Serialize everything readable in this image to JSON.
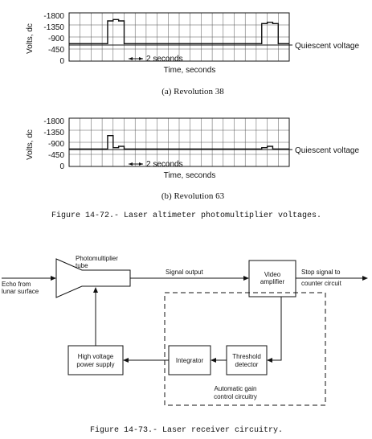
{
  "chart_data": [
    {
      "type": "line",
      "ylabel": "Volts, dc",
      "xlabel": "Time, seconds",
      "yticks": [
        "-1800",
        "-1350",
        "-900",
        "-450",
        "0"
      ],
      "quiescent_label": "Quiescent voltage",
      "quiescent_value": -650,
      "timescale_label": "2 seconds",
      "caption": "(a) Revolution 38",
      "series": [
        {
          "x": [
            0,
            0.5,
            1,
            1.5,
            2,
            2.5,
            3,
            3.5,
            4,
            4.5,
            5,
            5.5,
            6,
            6.5,
            7,
            7.5,
            8,
            8.5,
            9,
            9.5,
            10,
            10.5,
            11,
            11.5,
            12,
            12.5,
            13,
            13.5,
            14,
            14.5,
            15,
            15.5,
            16,
            16.5,
            17,
            17.5,
            18,
            18.5,
            19,
            19.5,
            20
          ],
          "y": [
            -650,
            -650,
            -650,
            -650,
            -650,
            -650,
            -650,
            -1500,
            -1550,
            -1500,
            -650,
            -650,
            -650,
            -650,
            -650,
            -650,
            -650,
            -650,
            -650,
            -650,
            -650,
            -650,
            -650,
            -650,
            -650,
            -650,
            -650,
            -650,
            -650,
            -650,
            -650,
            -650,
            -650,
            -650,
            -650,
            -1400,
            -1450,
            -1400,
            -650,
            -650,
            -650
          ]
        }
      ]
    },
    {
      "type": "line",
      "ylabel": "Volts, dc",
      "xlabel": "Time, seconds",
      "yticks": [
        "-1800",
        "-1350",
        "-900",
        "-450",
        "0"
      ],
      "quiescent_label": "Quiescent voltage",
      "quiescent_value": -650,
      "timescale_label": "2 seconds",
      "caption": "(b) Revolution 63",
      "series": [
        {
          "x": [
            0,
            0.5,
            1,
            1.5,
            2,
            2.5,
            3,
            3.5,
            4,
            4.5,
            5,
            5.5,
            6,
            6.5,
            7,
            7.5,
            8,
            8.5,
            9,
            9.5,
            10,
            10.5,
            11,
            11.5,
            12,
            12.5,
            13,
            13.5,
            14,
            14.5,
            15,
            15.5,
            16,
            16.5,
            17,
            17.5,
            18,
            18.5,
            19,
            19.5,
            20
          ],
          "y": [
            -650,
            -650,
            -650,
            -650,
            -650,
            -650,
            -650,
            -1150,
            -700,
            -750,
            -650,
            -650,
            -650,
            -650,
            -650,
            -650,
            -650,
            -650,
            -650,
            -650,
            -650,
            -650,
            -650,
            -650,
            -650,
            -650,
            -650,
            -650,
            -650,
            -650,
            -650,
            -650,
            -650,
            -650,
            -650,
            -700,
            -750,
            -650,
            -650,
            -650,
            -650
          ]
        }
      ]
    }
  ],
  "figure_72_caption": "Figure 14-72.- Laser altimeter photomultiplier voltages.",
  "diagram": {
    "echo_label_1": "Echo from",
    "echo_label_2": "lunar surface",
    "pmt_label_1": "Photomultiplier",
    "pmt_label_2": "tube",
    "signal_output": "Signal output",
    "video_amp_1": "Video",
    "video_amp_2": "amplifier",
    "stop_signal_1": "Stop signal to",
    "stop_signal_2": "counter circuit",
    "hv_supply_1": "High voltage",
    "hv_supply_2": "power supply",
    "integrator": "Integrator",
    "threshold_1": "Threshold",
    "threshold_2": "detector",
    "agc_1": "Automatic gain",
    "agc_2": "control circuitry"
  },
  "figure_73_caption": "Figure 14-73.- Laser receiver circuitry."
}
